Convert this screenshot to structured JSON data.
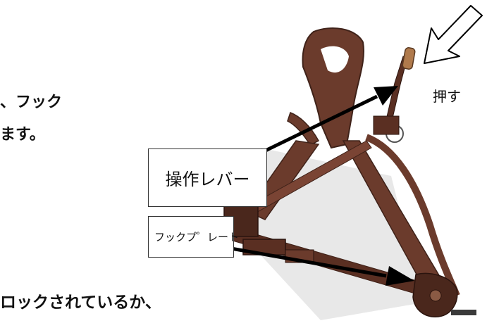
{
  "text": {
    "line1": "、フック",
    "line2": "ます。",
    "line3": "ロックされているか、"
  },
  "labels": {
    "push": "押す",
    "lever": "操作レバー",
    "hook_plate": "フックプ゜レート"
  },
  "colors": {
    "frame": "#6b3b2c",
    "frame_dark": "#3f2219",
    "knob": "#b07a4c",
    "arrow": "#000000"
  }
}
